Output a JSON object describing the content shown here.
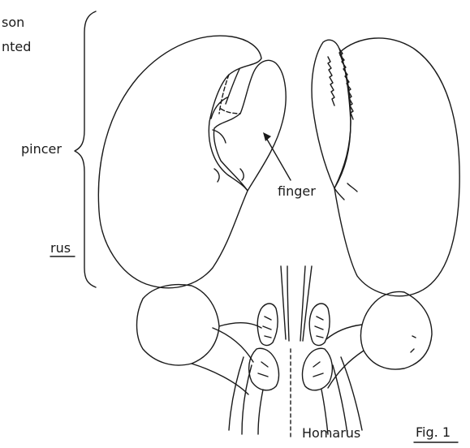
{
  "labels": {
    "cut_line_1": "son",
    "cut_line_2": "nted",
    "pincer": "pincer",
    "finger": "finger",
    "cut_rus": "rus",
    "species": "Homarus",
    "fig": "Fig. 1"
  },
  "colors": {
    "ink": "#1a1a1a",
    "background": "#ffffff"
  }
}
